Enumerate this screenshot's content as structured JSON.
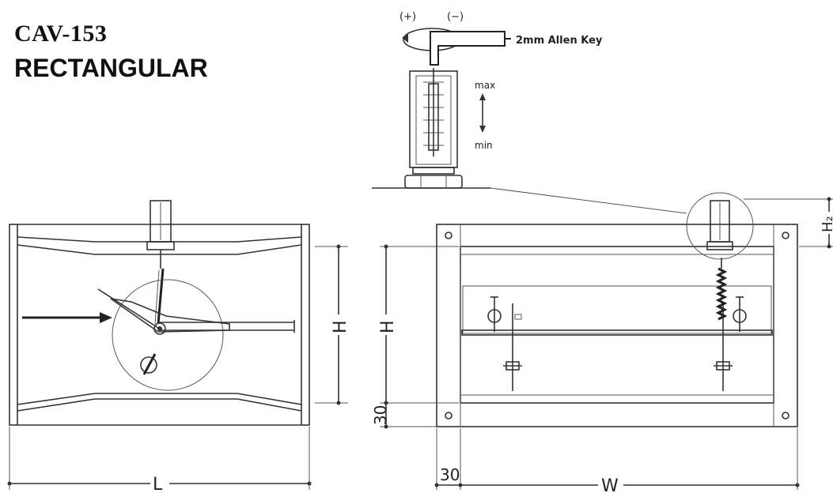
{
  "title": {
    "model": "CAV-153",
    "type": "RECTANGULAR"
  },
  "detail": {
    "plus_label": "(+)",
    "minus_label": "(−)",
    "tool_label": "2mm Allen Key",
    "max_label": "max",
    "min_label": "min"
  },
  "side_view": {
    "height_label": "H",
    "length_label": "L"
  },
  "front_view": {
    "height_label": "H",
    "actuator_height_label": "H₂",
    "flange_label_vertical": "30",
    "flange_label_horizontal": "30",
    "width_label": "W"
  }
}
